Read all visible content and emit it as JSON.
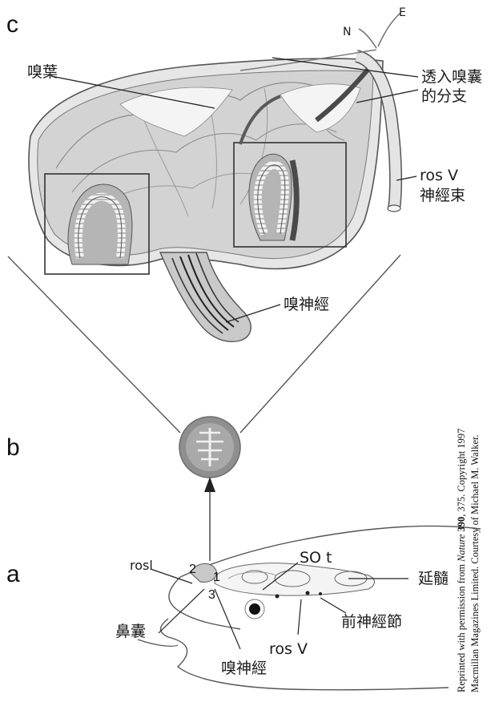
{
  "panels": {
    "a": "a",
    "b": "b",
    "c": "c"
  },
  "panel_c": {
    "nerve_n": "N",
    "nerve_e": "E",
    "olfactory_lamella": "嗅葉",
    "branch_into_sac_line1": "透入嗅囊",
    "branch_into_sac_line2": "的分支",
    "ros_v_line1": "ros V",
    "ros_v_line2": "神經束",
    "olfactory_nerve": "嗅神經"
  },
  "panel_a": {
    "rosl": "rosl",
    "num_1": "1",
    "num_2": "2",
    "num_3": "3",
    "so_t": "SO t",
    "medulla": "延髓",
    "nasal_sac": "鼻囊",
    "ros_v": "ros V",
    "ganglion": "前神經節",
    "olfactory_nerve": "嗅神經"
  },
  "credit": {
    "line1_before": "Reprinted with permission from ",
    "line1_journal": "Nature",
    "line1_volume": "390",
    "line1_after": ", 375. Copyright 1997",
    "line2": "Macmillan Magazines Limited. Courtesy of Michael M. Walker."
  }
}
